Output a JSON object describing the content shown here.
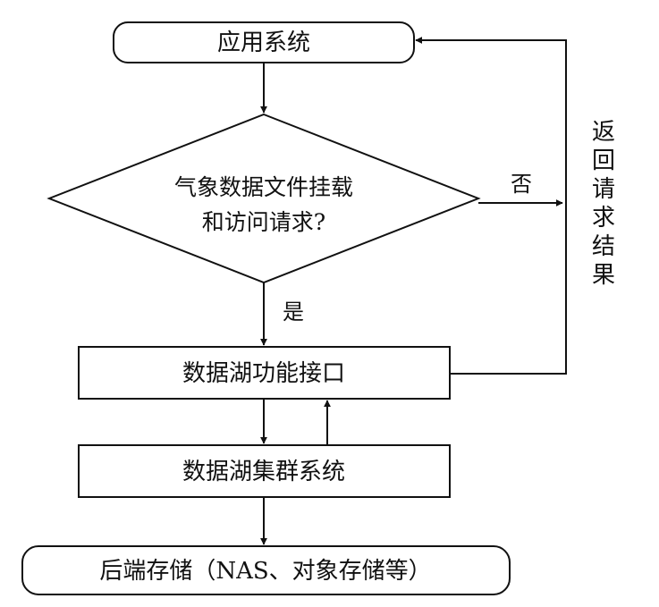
{
  "nodes": {
    "app_system": "应用系统",
    "decision_line1": "气象数据文件挂载",
    "decision_line2": "和访问请求?",
    "datalake_interface": "数据湖功能接口",
    "datalake_cluster": "数据湖集群系统",
    "backend_storage": "后端存储（NAS、对象存储等）"
  },
  "edges": {
    "no_label": "否",
    "yes_label": "是",
    "return_label": [
      "返",
      "回",
      "请",
      "求",
      "结",
      "果"
    ]
  },
  "colors": {
    "stroke": "#111111",
    "text": "#111111",
    "background": "#ffffff"
  }
}
